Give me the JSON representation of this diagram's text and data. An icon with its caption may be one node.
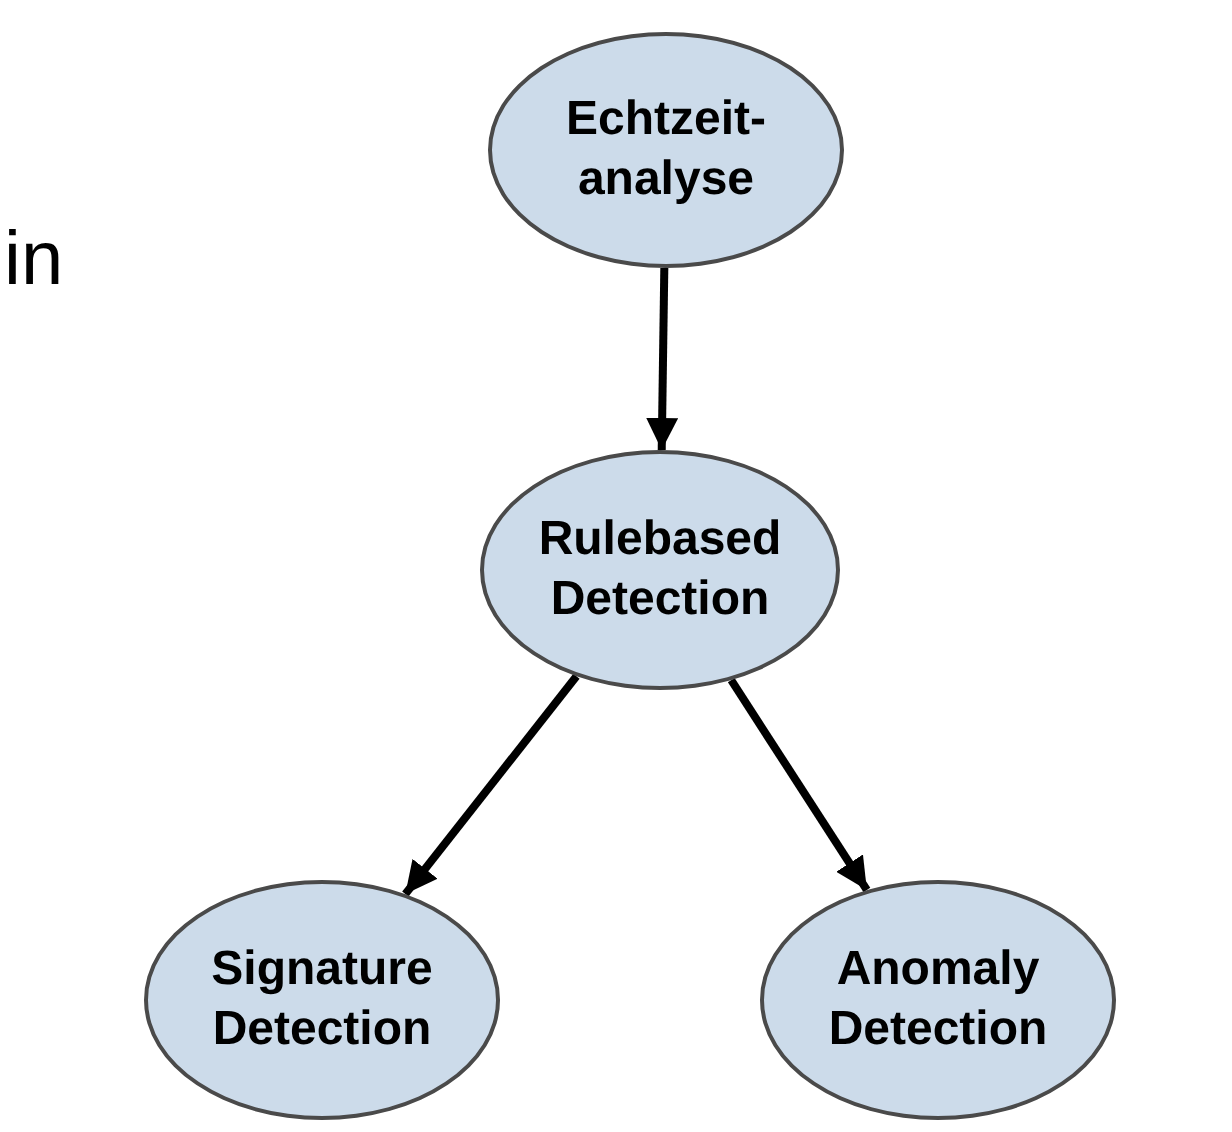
{
  "diagram": {
    "nodes": [
      {
        "text": [
          "Echtzeit-analyse"
        ]
      },
      {
        "text": [
          "Rulebased Detection"
        ]
      },
      {
        "text": [
          "Signature Detection"
        ]
      },
      {
        "text": [
          "Anomaly Detection"
        ]
      }
    ],
    "edges": [
      {
        "from": 0,
        "to": 1,
        "arrow": "to"
      },
      {
        "from": 1,
        "to": 2,
        "arrow": "to"
      },
      {
        "from": 1,
        "to": 3,
        "arrow": "to"
      }
    ],
    "labels": [
      "in"
    ]
  }
}
